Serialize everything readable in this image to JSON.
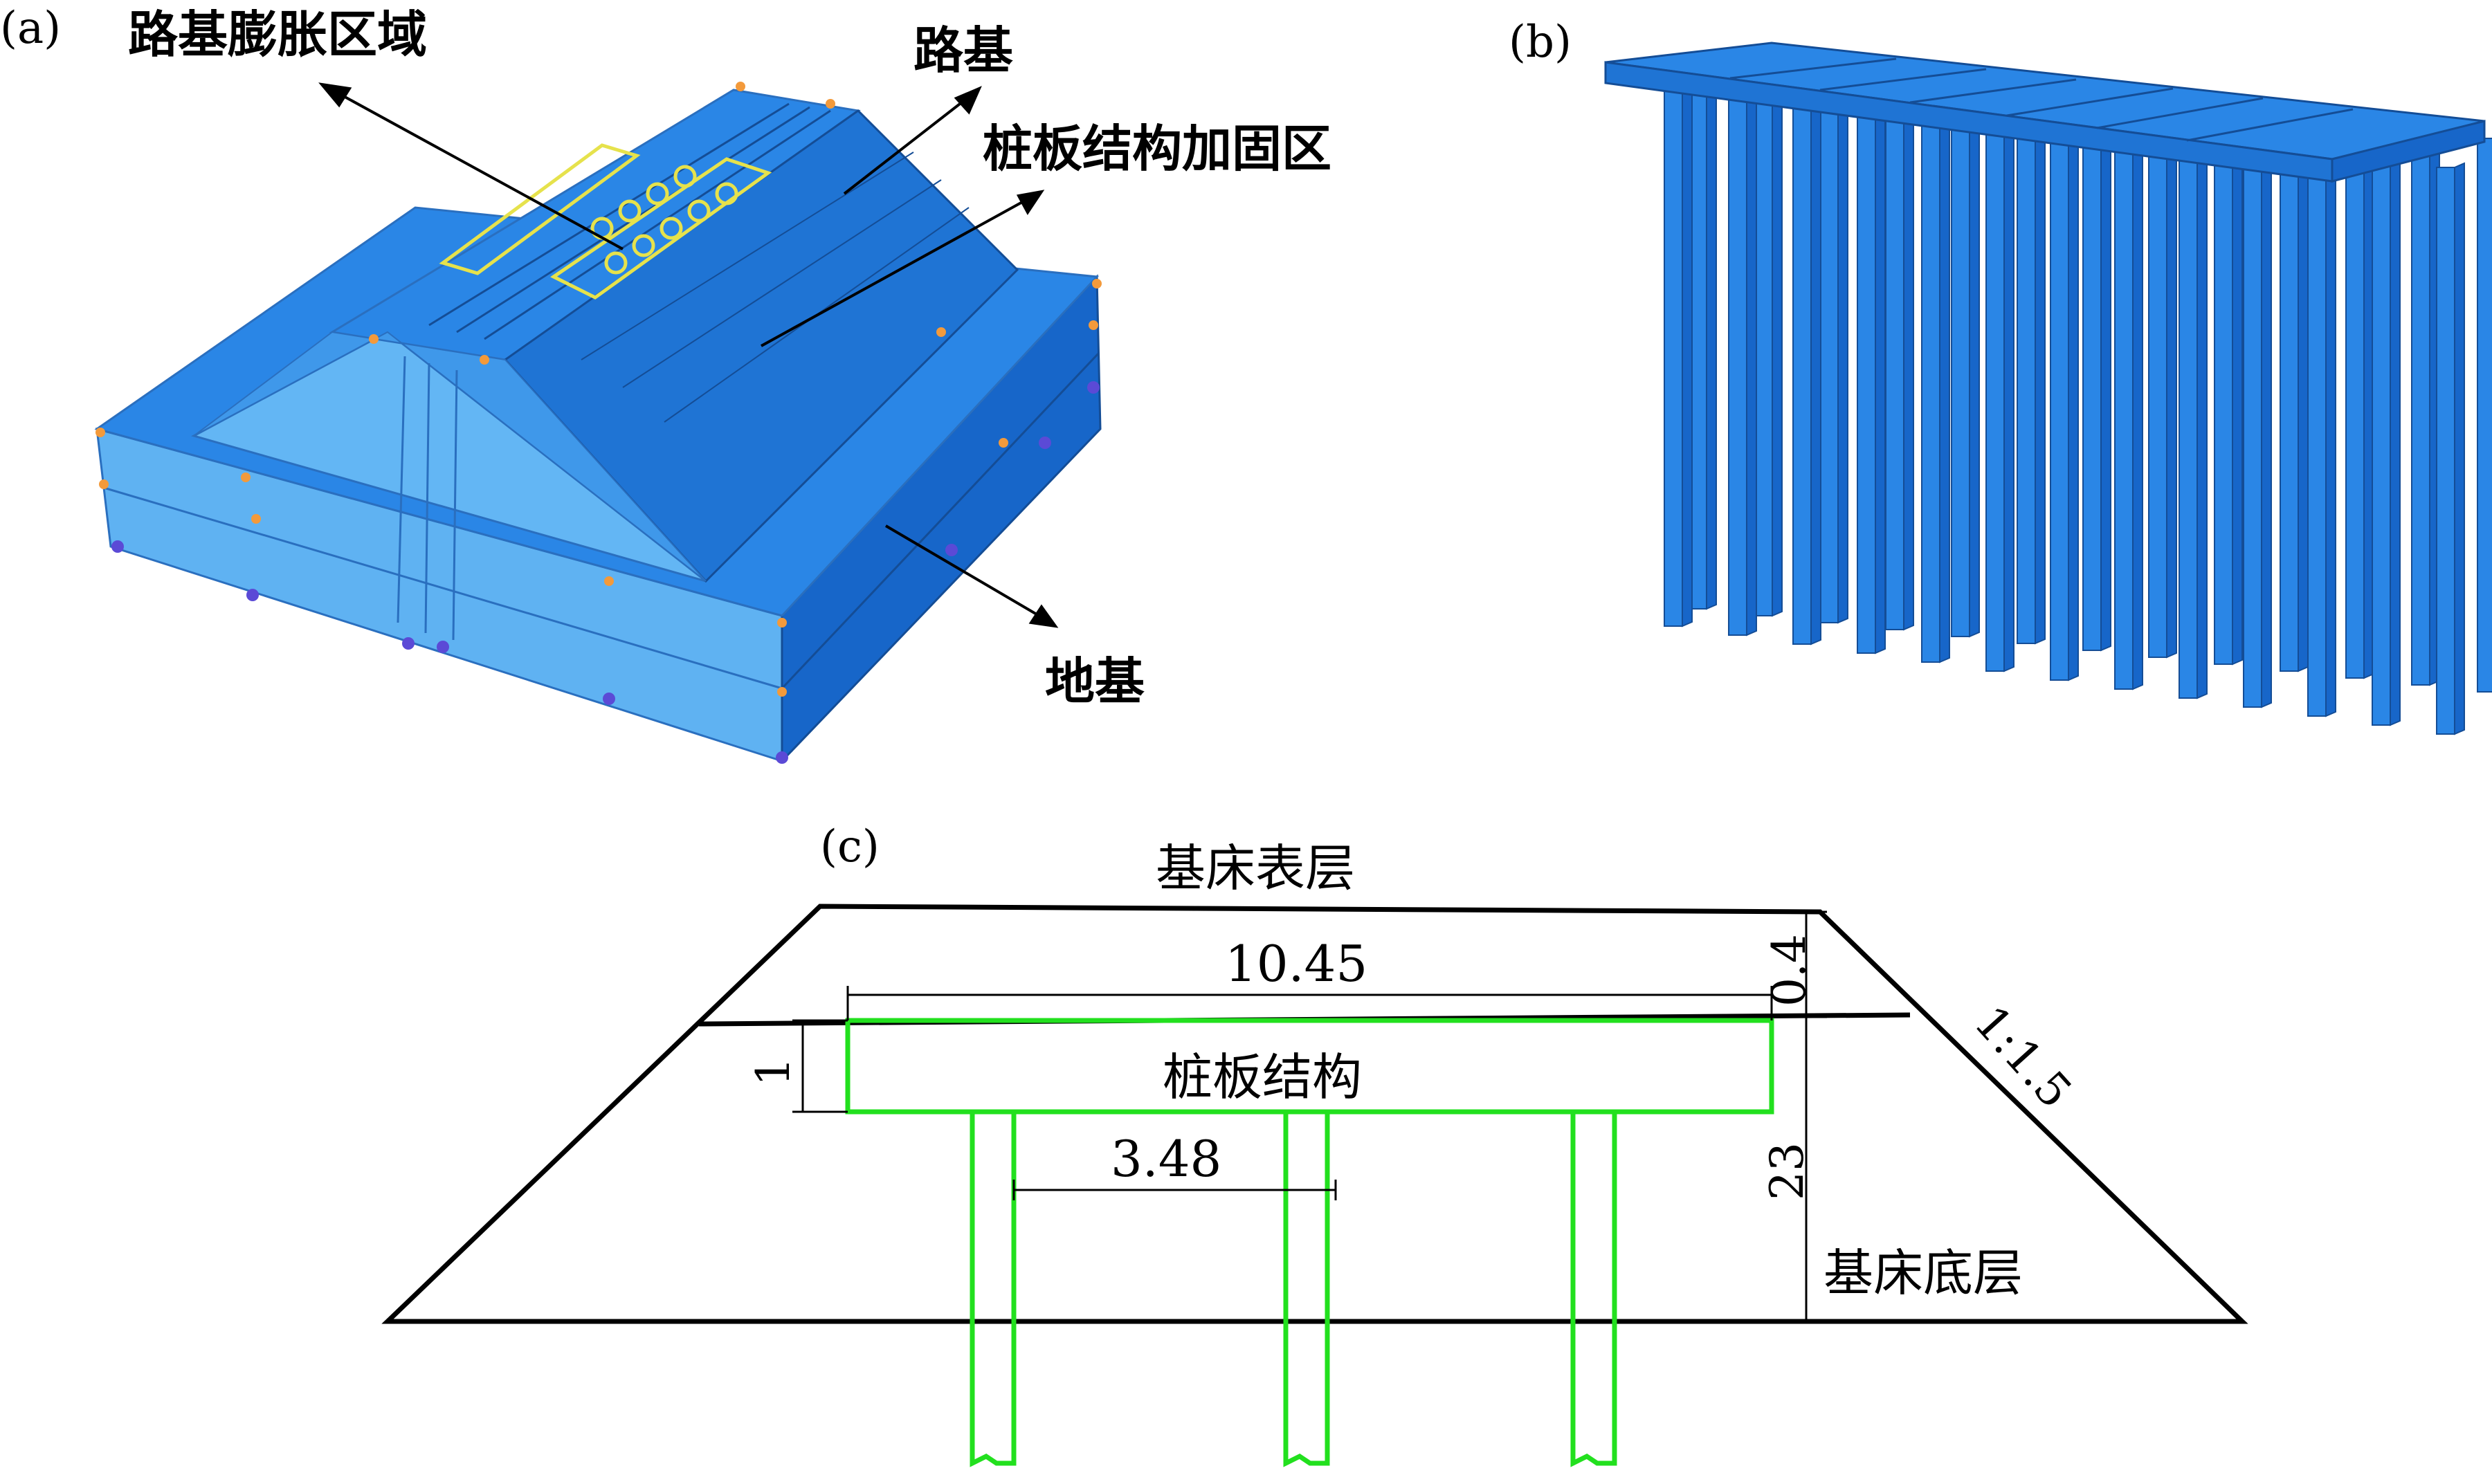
{
  "panels": {
    "a": {
      "label": "(a)",
      "callouts": {
        "expansion_zone": "路基膨胀区域",
        "subgrade": "路基",
        "reinforcement_zone": "桩板结构加固区",
        "foundation": "地基"
      }
    },
    "b": {
      "label": "(b)"
    },
    "c": {
      "label": "(c)",
      "top_layer": "基床表层",
      "bottom_layer": "基床底层",
      "structure": "桩板结构",
      "dimensions": {
        "slab_width": "10.45",
        "top_layer_thickness": "0.4",
        "slab_thickness": "1",
        "pile_spacing": "3.48",
        "bottom_layer_thickness": "23",
        "slope": "1:1.5"
      }
    }
  },
  "colors": {
    "model_blue": "#2a86e6",
    "model_blue_dark": "#1766c9",
    "model_blue_light": "#5fb2f2",
    "pile_structure_green": "#22e01e",
    "load_marker_orange": "#f39a3b",
    "constraint_marker_purple": "#5b4ad6",
    "mesh_yellow": "#e6e24c"
  }
}
